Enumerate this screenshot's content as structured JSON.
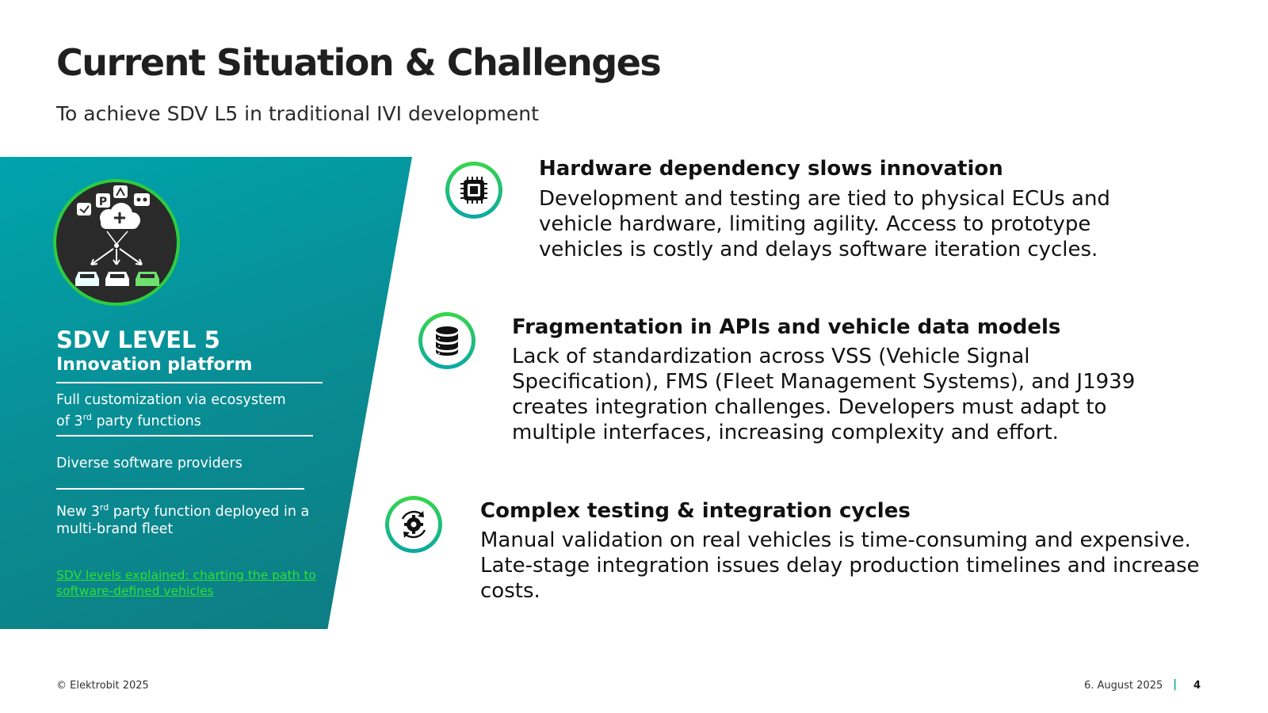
{
  "slide": {
    "title": "Current Situation & Challenges",
    "subtitle": "To achieve SDV L5 in traditional IVI development"
  },
  "panel": {
    "heading": "SDV LEVEL 5",
    "subheading": "Innovation platform",
    "items": [
      {
        "pre": "Full customization via ecosystem of 3",
        "sup": "rd",
        "post": " party functions"
      },
      {
        "text": "Diverse software providers"
      },
      {
        "pre": "New 3",
        "sup": "rd",
        "post": " party function deployed in a multi-brand fleet"
      }
    ],
    "link_text": "SDV levels explained: charting the path to software-defined vehicles",
    "hero_icon": "cloud-vehicle-network-icon",
    "colors": {
      "panel": "#0a8b92",
      "accent_green": "#2ecc40",
      "link": "#2ee02e"
    }
  },
  "challenges": [
    {
      "icon": "chip-icon",
      "title": "Hardware dependency slows innovation",
      "text": "Development and testing are tied to physical ECUs and vehicle hardware, limiting agility. Access to prototype vehicles is costly and delays software iteration cycles."
    },
    {
      "icon": "database-icon",
      "title": "Fragmentation in APIs and vehicle data models",
      "text": "Lack of standardization across VSS (Vehicle Signal Specification), FMS (Fleet Management Systems), and J1939 creates integration challenges. Developers must adapt to multiple interfaces, increasing complexity and effort."
    },
    {
      "icon": "gear-cycle-icon",
      "title": "Complex testing & integration cycles",
      "text": "Manual validation on real vehicles is time-consuming and expensive. Late-stage integration issues delay production timelines and increase costs."
    }
  ],
  "footer": {
    "copyright": "© Elektrobit 2025",
    "date": "6. August 2025",
    "separator": "|",
    "page": "4"
  }
}
